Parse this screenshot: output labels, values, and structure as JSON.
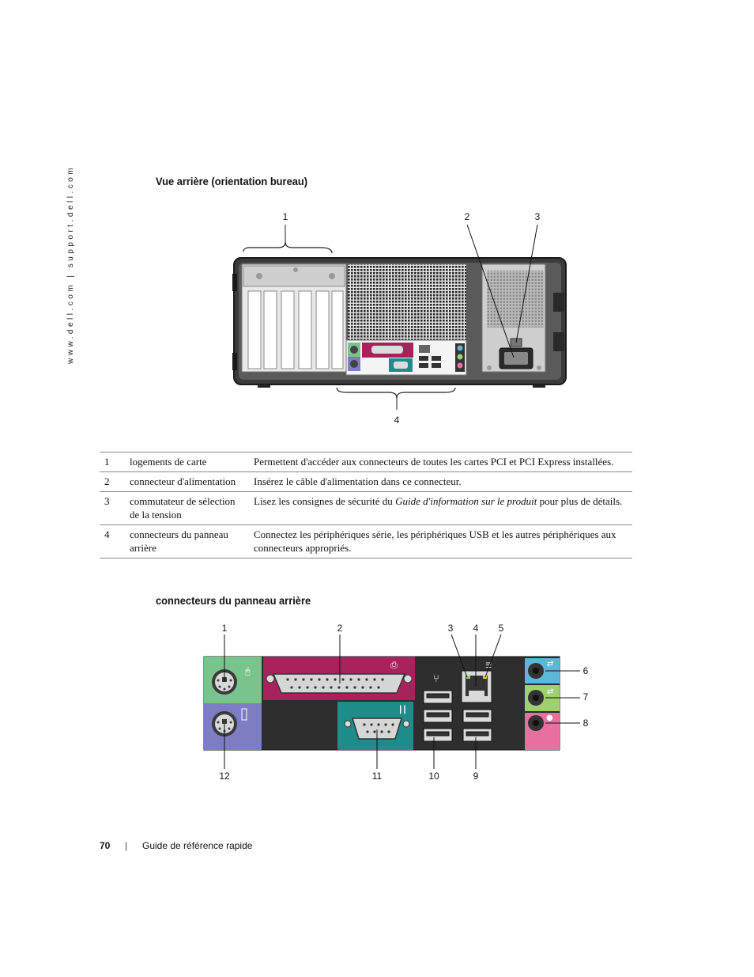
{
  "sidebar": {
    "url": "www.dell.com | support.dell.com"
  },
  "section1": {
    "title": "Vue arrière (orientation bureau)",
    "callouts": [
      "1",
      "2",
      "3",
      "4"
    ]
  },
  "table": {
    "rows": [
      {
        "num": "1",
        "term": "logements de carte",
        "desc": "Permettent d'accéder aux connecteurs de toutes les cartes PCI et PCI Express installées."
      },
      {
        "num": "2",
        "term": "connecteur d'alimentation",
        "desc": "Insérez le câble d'alimentation dans ce connecteur."
      },
      {
        "num": "3",
        "term": "commutateur de sélection de la tension",
        "desc_before": "Lisez les consignes de sécurité du ",
        "desc_italic": "Guide d'information sur le produit",
        "desc_after": " pour plus de détails."
      },
      {
        "num": "4",
        "term": "connecteurs du panneau arrière",
        "desc": "Connectez les périphériques série, les périphériques USB et les autres périphériques aux connecteurs appropriés."
      }
    ]
  },
  "section2": {
    "title": "connecteurs du panneau arrière",
    "callouts": [
      "1",
      "2",
      "3",
      "4",
      "5",
      "6",
      "7",
      "8",
      "9",
      "10",
      "11",
      "12"
    ]
  },
  "footer": {
    "page_number": "70",
    "separator": "|",
    "guide_title": "Guide de référence rapide"
  },
  "colors": {
    "ps2_keyboard": "#7d7dc4",
    "ps2_mouse": "#79c48c",
    "parallel": "#a8235c",
    "serial": "#1f8c8c",
    "audio_line_in": "#5db7d9",
    "audio_line_out": "#9cd16e",
    "audio_mic": "#e86fa0",
    "chassis_dark": "#3a3a3a"
  }
}
